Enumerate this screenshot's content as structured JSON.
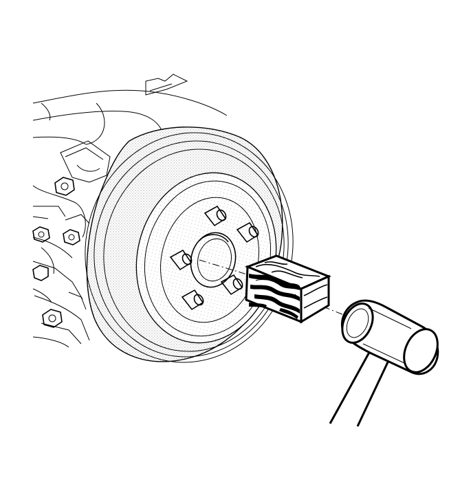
{
  "figure": {
    "kind": "line-art",
    "background": "#ffffff",
    "ink": "#000000",
    "shading": "stipple"
  },
  "parts": [
    {
      "id": "suspension-knuckle",
      "icon": "knuckle-icon"
    },
    {
      "id": "brake-drum",
      "icon": "drum-icon"
    },
    {
      "id": "wheel-studs",
      "icon": "stud-icon",
      "count": 5
    },
    {
      "id": "wood-block",
      "icon": "wood-block-icon"
    },
    {
      "id": "mallet",
      "icon": "mallet-icon"
    }
  ]
}
